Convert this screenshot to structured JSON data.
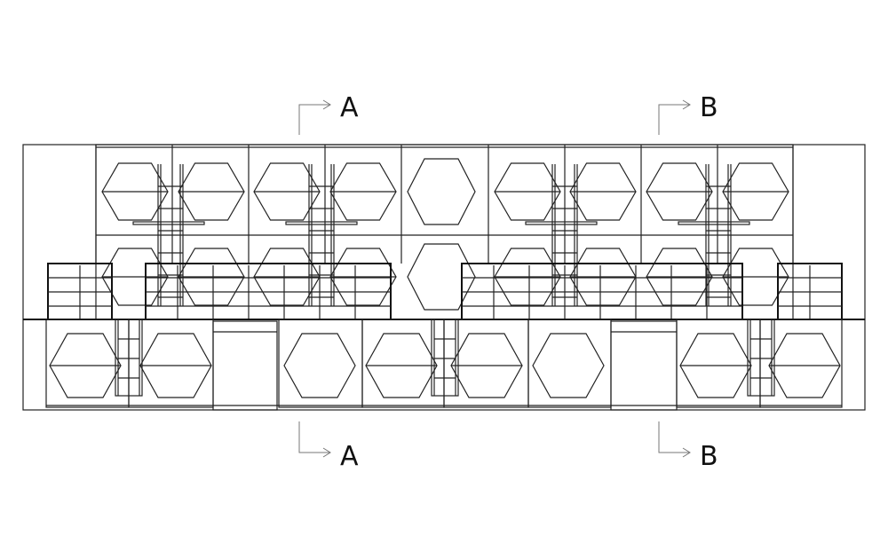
{
  "drawing": {
    "type": "building elevation",
    "section_markers": [
      {
        "id": "top-a",
        "label": "A"
      },
      {
        "id": "top-b",
        "label": "B"
      },
      {
        "id": "bottom-a",
        "label": "A"
      },
      {
        "id": "bottom-b",
        "label": "B"
      }
    ],
    "colors": {
      "line": "#222222",
      "marker": "#777777",
      "background": "#ffffff"
    }
  }
}
